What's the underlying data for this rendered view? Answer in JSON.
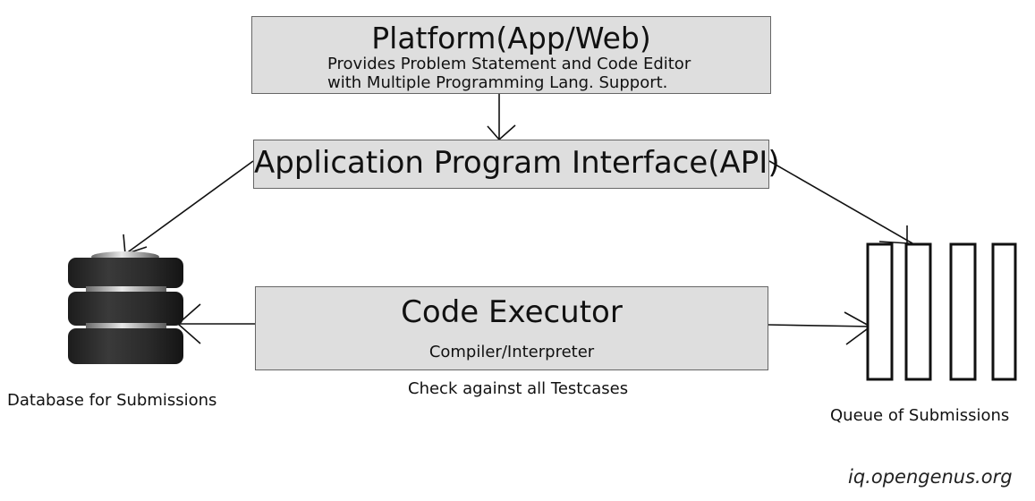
{
  "platform": {
    "title": "Platform(App/Web)",
    "desc_line1": "Provides Problem Statement and Code Editor",
    "desc_line2": "with Multiple Programming Lang. Support."
  },
  "api": {
    "title": "Application Program Interface(API)"
  },
  "executor": {
    "title": "Code Executor",
    "subtitle": "Compiler/Interpreter",
    "note": "Check against all Testcases"
  },
  "database": {
    "label": "Database for Submissions",
    "icon": "database-icon"
  },
  "queue": {
    "label": "Queue of Submissions",
    "icon": "queue-icon"
  },
  "watermark": "iq.opengenus.org",
  "colors": {
    "box_fill": "#dedede",
    "box_border": "#666666",
    "db_dark": "#2b2b2b",
    "db_ring": "#bcbcbc"
  }
}
